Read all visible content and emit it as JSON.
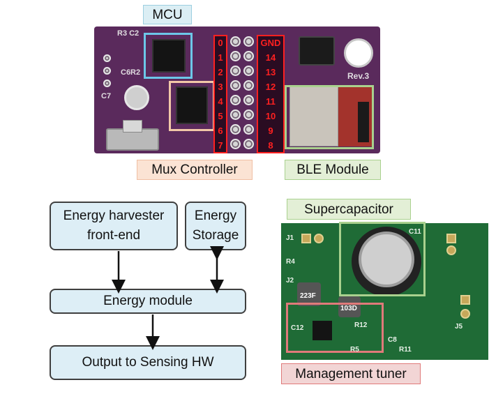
{
  "top_board": {
    "labels": {
      "mcu": "MCU",
      "mux": "Mux Controller",
      "ble": "BLE Module"
    },
    "pins_left": [
      "0",
      "1",
      "2",
      "3",
      "4",
      "5",
      "6",
      "7"
    ],
    "pins_right": [
      "GND",
      "14",
      "13",
      "12",
      "11",
      "10",
      "9",
      "8"
    ],
    "silk": {
      "r3c2": "R3 C2",
      "c6r2": "C6R2",
      "c7": "C7",
      "rev": "Rev.3"
    },
    "colors": {
      "mcu_box": "#6cc7e8",
      "mux_box": "#f2c8a8",
      "ble_box": "#a9d18e",
      "pin_text": "#ff2020"
    }
  },
  "block_diagram": {
    "harvester": [
      "Energy harvester",
      "front-end"
    ],
    "storage": [
      "Energy",
      "Storage"
    ],
    "energy_module": "Energy module",
    "output": "Output to Sensing HW"
  },
  "bottom_board": {
    "labels": {
      "supercap": "Supercapacitor",
      "tuner": "Management tuner"
    },
    "silk": {
      "j1": "J1",
      "j2": "J2",
      "j5": "J5",
      "r4": "R4",
      "c11": "C11",
      "c12": "C12",
      "r12": "R12",
      "r11": "R11",
      "c8": "C8",
      "r5": "R5",
      "ind1": "223F",
      "ind2": "103D"
    },
    "colors": {
      "supercap_box": "#a9d18e",
      "tuner_box": "#e07a7a"
    }
  }
}
